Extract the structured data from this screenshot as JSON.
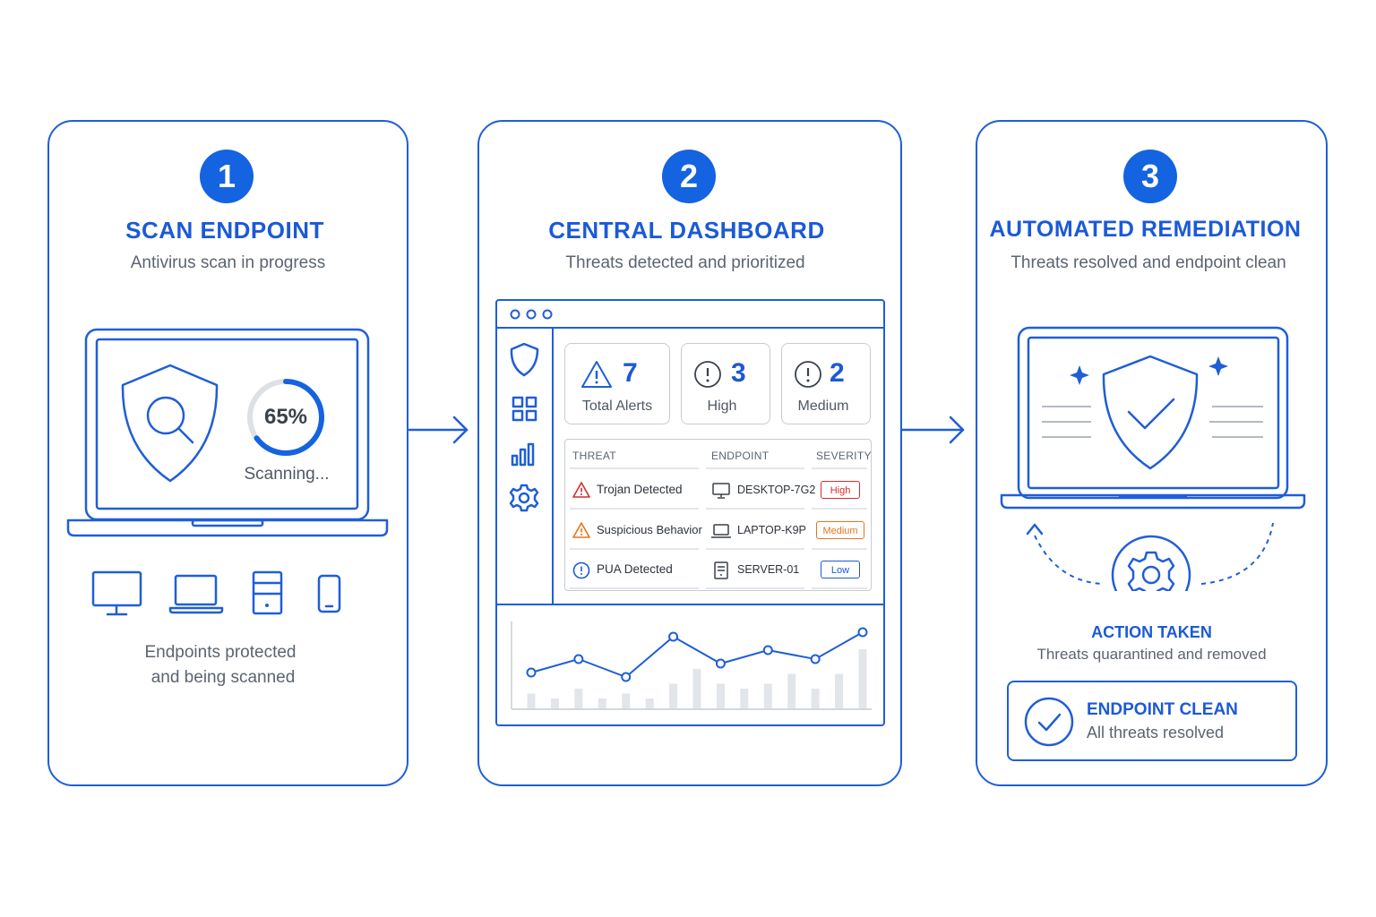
{
  "colors": {
    "accent": "#1463e0",
    "high": "#d42c2c",
    "medium": "#e5741b",
    "low": "#1b5ad6"
  },
  "steps": [
    {
      "number": "1",
      "title": "SCAN ENDPOINT",
      "subtitle": "Antivirus scan in progress"
    },
    {
      "number": "2",
      "title": "CENTRAL DASHBOARD",
      "subtitle": "Threats detected and prioritized"
    },
    {
      "number": "3",
      "title": "AUTOMATED REMEDIATION",
      "subtitle": "Threats resolved and endpoint clean"
    }
  ],
  "scan": {
    "progress_label": "65%",
    "progress_fraction": 0.65,
    "status": "Scanning...",
    "endpoint_icons": [
      "desktop-icon",
      "laptop-icon",
      "server-icon",
      "phone-icon"
    ],
    "caption_line1": "Endpoints protected",
    "caption_line2": "and being scanned"
  },
  "dashboard": {
    "stats": [
      {
        "icon": "warning-icon",
        "value": "7",
        "label": "Total Alerts"
      },
      {
        "icon": "alert-circle-icon",
        "value": "3",
        "label": "High"
      },
      {
        "icon": "alert-circle-icon",
        "value": "2",
        "label": "Medium"
      }
    ],
    "table": {
      "headers": [
        "THREAT",
        "ENDPOINT",
        "SEVERITY"
      ],
      "rows": [
        {
          "threat": "Trojan Detected",
          "endpoint": "DESKTOP-7G2",
          "severity": "High"
        },
        {
          "threat": "Suspicious Behavior",
          "endpoint": "LAPTOP-K9P",
          "severity": "Medium"
        },
        {
          "threat": "PUA Detected",
          "endpoint": "SERVER-01",
          "severity": "Low"
        }
      ]
    },
    "sparkline": [
      4,
      7,
      3,
      12,
      6,
      9,
      7,
      13
    ],
    "bars": [
      3,
      2,
      4,
      2,
      3,
      2,
      5,
      8,
      5,
      4,
      5,
      7,
      4,
      7,
      12
    ]
  },
  "remediation": {
    "action_title": "ACTION TAKEN",
    "action_subtitle": "Threats quarantined and removed",
    "clean_title": "ENDPOINT CLEAN",
    "clean_subtitle": "All threats resolved"
  }
}
